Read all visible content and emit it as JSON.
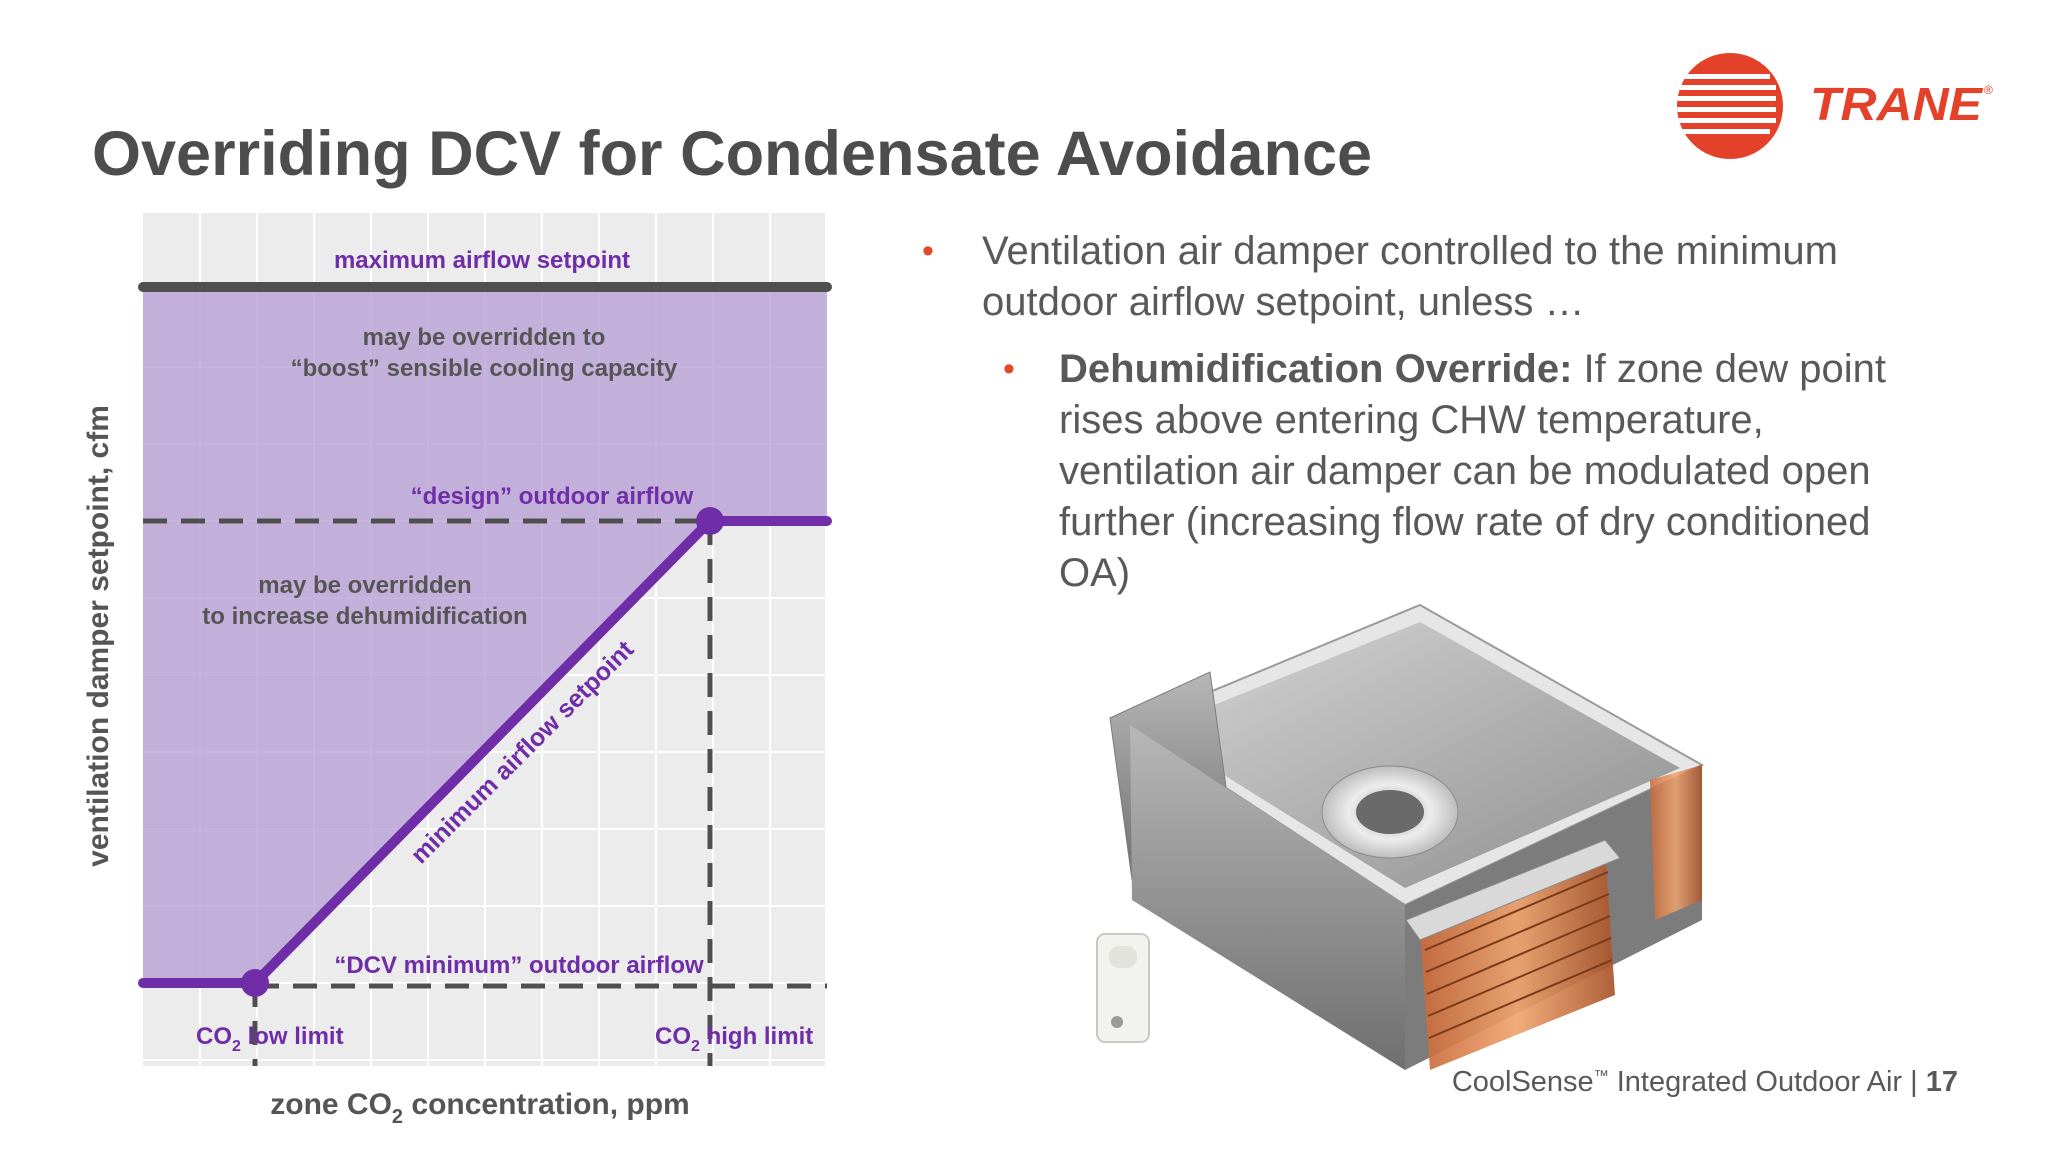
{
  "slide": {
    "title": "Overriding DCV for Condensate Avoidance"
  },
  "logo": {
    "text": "TRANE",
    "registered": "®",
    "color": "#e4412b"
  },
  "bullets": {
    "main": "Ventilation air damper controlled to the minimum outdoor airflow setpoint, unless …",
    "sub_bold": "Dehumidification Override:",
    "sub_text": " If zone dew point rises above entering CHW temperature, ventilation air damper can be modulated open further (increasing flow rate of dry conditioned OA)"
  },
  "footer": {
    "product": "CoolSense",
    "tm": "™",
    "rest": " Integrated Outdoor Air | ",
    "page": "17"
  },
  "diagram": {
    "colors": {
      "grid_bg": "#ececec",
      "grid_line": "#ffffff",
      "shade": "#b79fd5",
      "purple": "#6f2da8",
      "dark_line": "#4f4f4f"
    },
    "labels": {
      "max_airflow": "maximum airflow setpoint",
      "boost_1": "may be overridden to",
      "boost_2": "“boost” sensible cooling capacity",
      "design_airflow": "“design” outdoor airflow",
      "dehum_1": "may be overridden",
      "dehum_2": "to increase dehumidification",
      "min_setpoint": "minimum airflow setpoint",
      "dcv_min": "“DCV minimum” outdoor  airflow",
      "co2_low_prefix": "CO",
      "co2_low_sub": "2",
      "co2_low_suffix": " low limit",
      "co2_high_prefix": "CO",
      "co2_high_sub": "2",
      "co2_high_suffix": " high limit",
      "y_axis": "ventilation damper setpoint, cfm",
      "x_axis_prefix": "zone CO",
      "x_axis_sub": "2",
      "x_axis_suffix": " concentration, ppm"
    }
  }
}
